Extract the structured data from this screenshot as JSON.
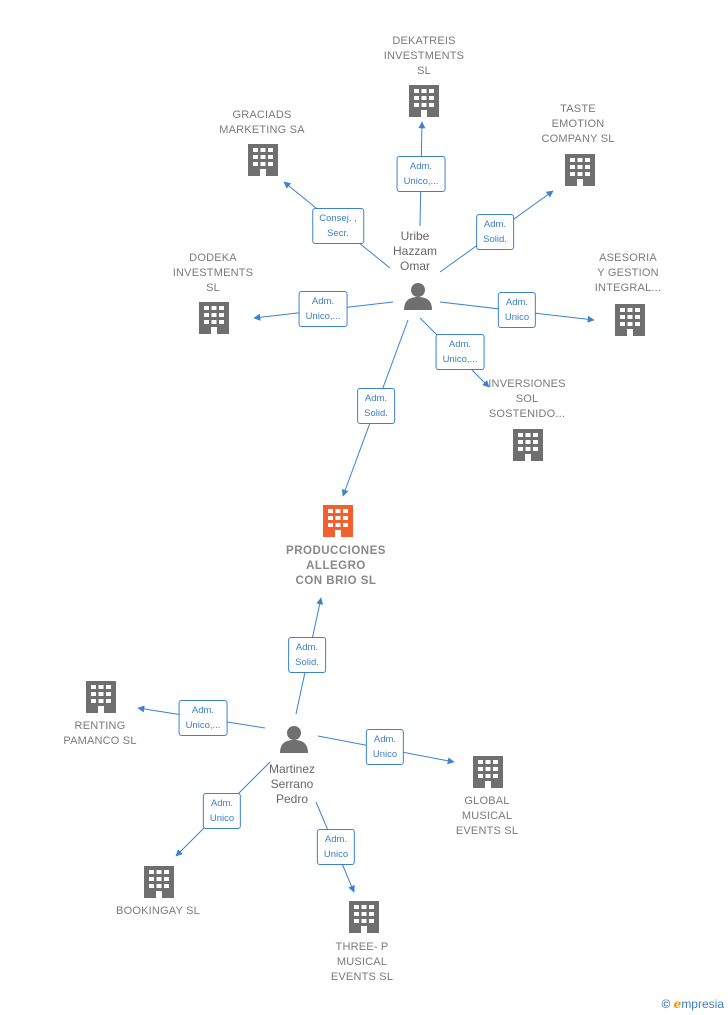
{
  "colors": {
    "edge": "#3b82d0",
    "building": "#6f6f6f",
    "main_building": "#f2602e",
    "person": "#6f6f6f"
  },
  "main_company": {
    "id": "main",
    "label": "PRODUCCIONES\nALLEGRO\nCON BRIO  SL",
    "icon": "building-icon"
  },
  "persons": [
    {
      "id": "p1",
      "label": "Uribe\nHazzam\nOmar",
      "icon": "person-icon"
    },
    {
      "id": "p2",
      "label": "Martinez\nSerrano\nPedro",
      "icon": "person-icon"
    }
  ],
  "companies": [
    {
      "id": "dekatreis",
      "label": "DEKATREIS\nINVESTMENTS\nSL"
    },
    {
      "id": "graciads",
      "label": "GRACIADS\nMARKETING SA"
    },
    {
      "id": "taste",
      "label": "TASTE\nEMOTION\nCOMPANY  SL"
    },
    {
      "id": "dodeka",
      "label": "DODEKA\nINVESTMENTS\nSL"
    },
    {
      "id": "asesoria",
      "label": "ASESORIA\nY GESTION\nINTEGRAL..."
    },
    {
      "id": "inversiones",
      "label": "INVERSIONES\nSOL\nSOSTENIDO..."
    },
    {
      "id": "renting",
      "label": "RENTING\nPAMANCO  SL"
    },
    {
      "id": "global",
      "label": "GLOBAL\nMUSICAL\nEVENTS  SL"
    },
    {
      "id": "bookingay",
      "label": "BOOKINGAY SL"
    },
    {
      "id": "threep",
      "label": "THREE- P\nMUSICAL\nEVENTS  SL"
    }
  ],
  "relations": [
    {
      "from": "p1",
      "to": "dekatreis",
      "label": "Adm.\nUnico,..."
    },
    {
      "from": "p1",
      "to": "graciads",
      "label": "Consej. ,\nSecr."
    },
    {
      "from": "p1",
      "to": "taste",
      "label": "Adm.\nSolid."
    },
    {
      "from": "p1",
      "to": "dodeka",
      "label": "Adm.\nUnico,..."
    },
    {
      "from": "p1",
      "to": "asesoria",
      "label": "Adm.\nUnico"
    },
    {
      "from": "p1",
      "to": "inversiones",
      "label": "Adm.\nUnico,..."
    },
    {
      "from": "p1",
      "to": "main",
      "label": "Adm.\nSolid."
    },
    {
      "from": "p2",
      "to": "main",
      "label": "Adm.\nSolid."
    },
    {
      "from": "p2",
      "to": "renting",
      "label": "Adm.\nUnico,..."
    },
    {
      "from": "p2",
      "to": "global",
      "label": "Adm.\nUnico"
    },
    {
      "from": "p2",
      "to": "bookingay",
      "label": "Adm.\nUnico"
    },
    {
      "from": "p2",
      "to": "threep",
      "label": "Adm.\nUnico"
    }
  ],
  "footer": {
    "copyright": "©",
    "brand_initial": "e",
    "brand_rest": "mpresia"
  }
}
